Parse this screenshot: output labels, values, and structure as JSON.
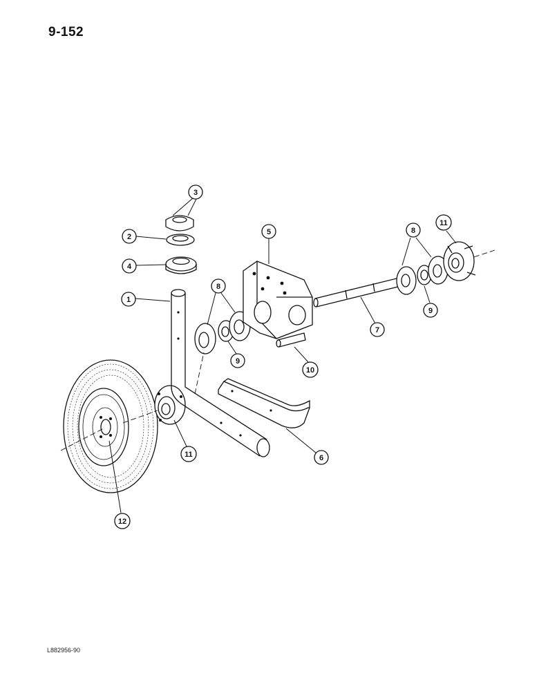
{
  "page": {
    "number": "9-152",
    "drawing_code": "L882956-90"
  },
  "callouts": [
    {
      "id": "callout-1",
      "label": "1",
      "part": "pole"
    },
    {
      "id": "callout-2",
      "label": "2",
      "part": "washer"
    },
    {
      "id": "callout-3",
      "label": "3",
      "part": "split-collar"
    },
    {
      "id": "callout-4",
      "label": "4",
      "part": "collar"
    },
    {
      "id": "callout-5",
      "label": "5",
      "part": "pivot-bracket"
    },
    {
      "id": "callout-6",
      "label": "6",
      "part": "brace"
    },
    {
      "id": "callout-7",
      "label": "7",
      "part": "axle-shaft"
    },
    {
      "id": "callout-8a",
      "label": "8",
      "part": "bearing-flange-left"
    },
    {
      "id": "callout-8b",
      "label": "8",
      "part": "bearing-flange-right"
    },
    {
      "id": "callout-9a",
      "label": "9",
      "part": "bearing-left"
    },
    {
      "id": "callout-9b",
      "label": "9",
      "part": "bearing-right"
    },
    {
      "id": "callout-10",
      "label": "10",
      "part": "pin"
    },
    {
      "id": "callout-11a",
      "label": "11",
      "part": "hub-left"
    },
    {
      "id": "callout-11b",
      "label": "11",
      "part": "hub-right"
    },
    {
      "id": "callout-12",
      "label": "12",
      "part": "wheel"
    }
  ]
}
